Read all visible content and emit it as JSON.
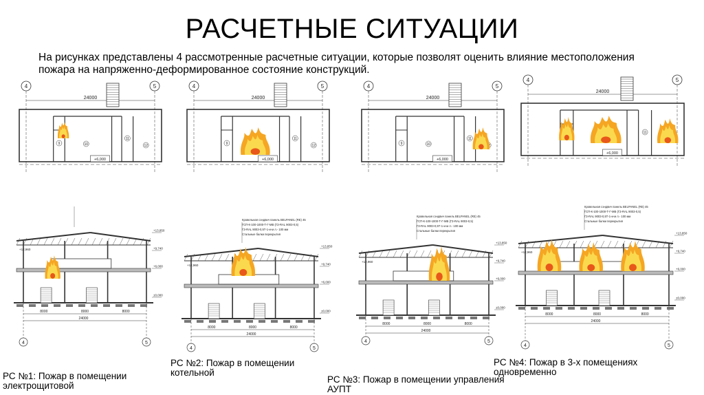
{
  "slide": {
    "title": "РАСЧЕТНЫЕ СИТУАЦИИ",
    "intro": "На рисунках представлены 4 рассмотренные расчетные ситуации, которые позволят оценить влияние местоположения пожара на напряженно-деформированное состояние конструкций."
  },
  "drawings": {
    "axis_left": "4",
    "axis_right": "5",
    "span": "24000",
    "level_plan": "+6,000",
    "room_numbers": [
      "9",
      "10",
      "11",
      "12"
    ],
    "section_levels": [
      "+13,850",
      "+12,960",
      "+12,500",
      "+9,740",
      "+6,000",
      "±0,000"
    ],
    "section_bays": [
      "8000",
      "8000",
      "8000"
    ],
    "section_total": "24000",
    "roof_note": [
      "Кровельная сэндвич панель BELPANEL (RE) 45",
      "ГСП-К-100-1000-Т-Г-МВ (ГЗ-RAL 9003-0,5)",
      "ГЗ-RAL 9003-0,5Т-1-и-м л.- 100 мм",
      "Стальные балки перекрытия"
    ]
  },
  "captions": {
    "rs1": "РС №1: Пожар в помещении электрощитовой",
    "rs2": "РС №2: Пожар в помещении котельной",
    "rs3": "РС №3: Пожар в помещении управления АУПТ",
    "rs4": "РС №4: Пожар в 3-х помещениях одновременно"
  },
  "colors": {
    "flame_outer": "#f5a623",
    "flame_inner": "#fbd94e",
    "flame_core": "#e8581a",
    "line": "#333333"
  }
}
